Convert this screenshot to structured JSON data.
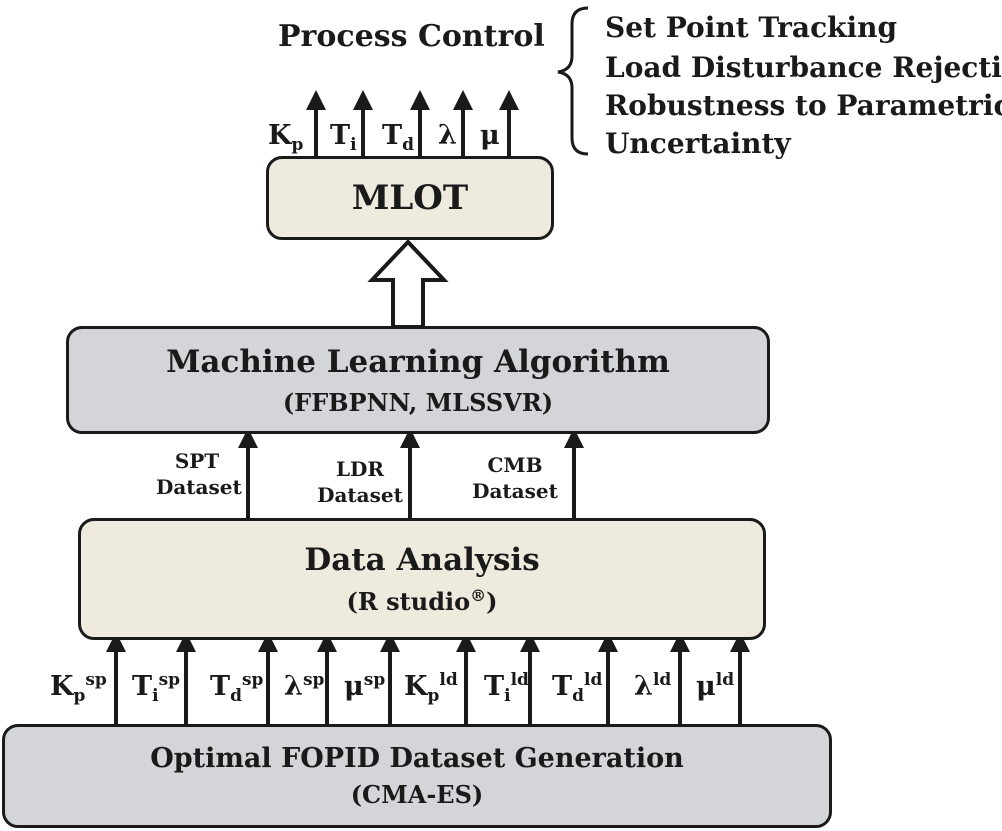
{
  "colors": {
    "light_box": "#eeeadd",
    "gray_box": "#d4d5d8",
    "stroke": "#1a1a1a"
  },
  "process_control": {
    "title": "Process Control",
    "objectives": [
      "Set Point Tracking",
      "Load Disturbance Rejection",
      "Robustness to Parametric",
      "Uncertainty"
    ]
  },
  "mlot": {
    "label": "MLOT"
  },
  "mlot_outputs": [
    {
      "base": "K",
      "sub": "p",
      "sup": ""
    },
    {
      "base": "T",
      "sub": "i",
      "sup": ""
    },
    {
      "base": "T",
      "sub": "d",
      "sup": ""
    },
    {
      "base": "λ",
      "sub": "",
      "sup": ""
    },
    {
      "base": "μ",
      "sub": "",
      "sup": ""
    }
  ],
  "ml_algorithm": {
    "title": "Machine Learning Algorithm",
    "subtitle": "(FFBPNN, MLSSVR)"
  },
  "datasets": [
    {
      "line1": "SPT",
      "line2": "Dataset"
    },
    {
      "line1": "LDR",
      "line2": "Dataset"
    },
    {
      "line1": "CMB",
      "line2": "Dataset"
    }
  ],
  "data_analysis": {
    "title": "Data Analysis",
    "subtitle_main": "(R studio",
    "subtitle_mark": "®",
    "subtitle_end": ")"
  },
  "fopid_params": [
    {
      "base": "K",
      "sub": "p",
      "sup": "sp"
    },
    {
      "base": "T",
      "sub": "i",
      "sup": "sp"
    },
    {
      "base": "T",
      "sub": "d",
      "sup": "sp"
    },
    {
      "base": "λ",
      "sub": "",
      "sup": "sp"
    },
    {
      "base": "μ",
      "sub": "",
      "sup": "sp"
    },
    {
      "base": "K",
      "sub": "p",
      "sup": "ld"
    },
    {
      "base": "T",
      "sub": "i",
      "sup": "ld"
    },
    {
      "base": "T",
      "sub": "d",
      "sup": "ld"
    },
    {
      "base": "λ",
      "sub": "",
      "sup": "ld"
    },
    {
      "base": "μ",
      "sub": "",
      "sup": "ld"
    }
  ],
  "dataset_generation": {
    "title": "Optimal FOPID Dataset Generation",
    "subtitle": "(CMA-ES)"
  }
}
